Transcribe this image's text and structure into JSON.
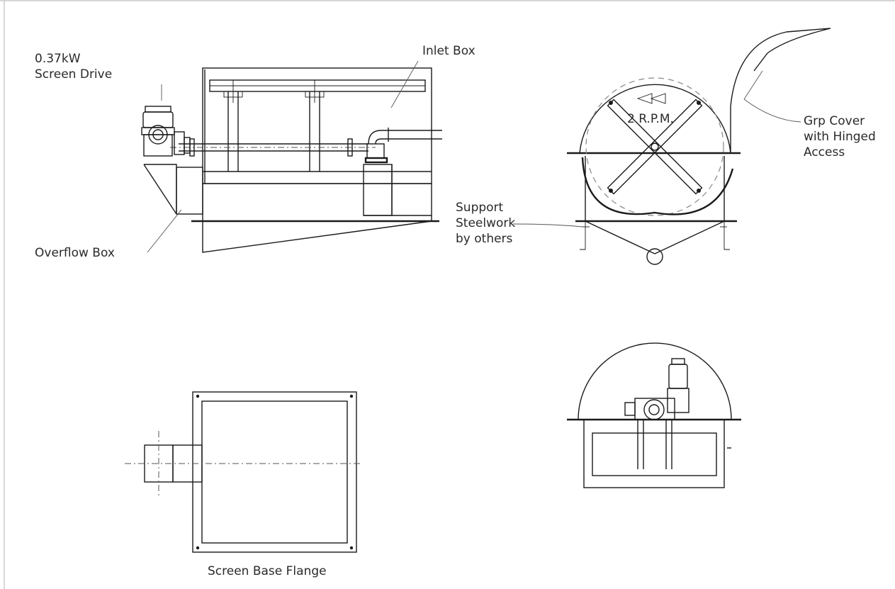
{
  "labels": {
    "screen_drive": [
      "0.37kW",
      "Screen Drive"
    ],
    "overflow_box": "Overflow Box",
    "inlet_box": "Inlet Box",
    "rpm": "2 R.P.M.",
    "grp_cover": [
      "Grp Cover",
      "with Hinged",
      "Access"
    ],
    "support_steelwork": [
      "Support",
      "Steelwork",
      "by others"
    ],
    "screen_base_flange": "Screen Base Flange"
  },
  "colors": {
    "line": "#1a1a1a",
    "text": "#2a2a2a",
    "border": "#bdbdbd"
  }
}
